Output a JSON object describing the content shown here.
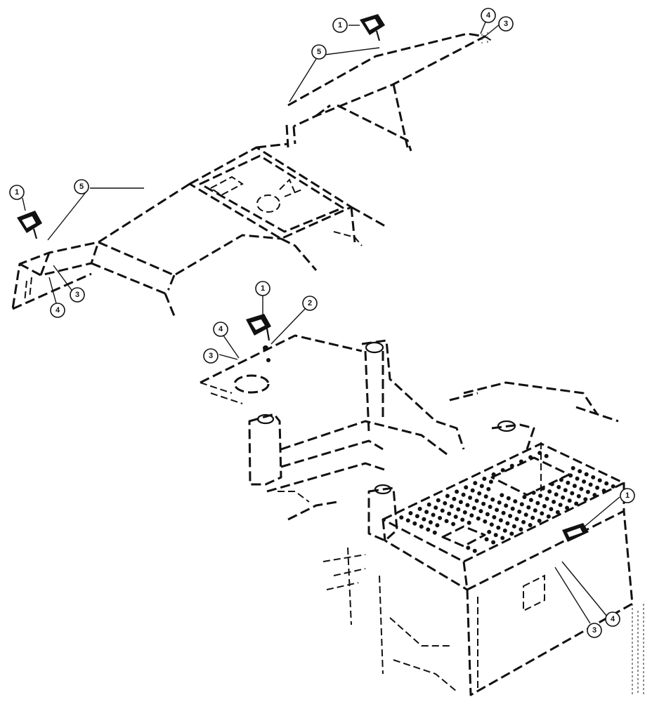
{
  "callouts": [
    {
      "num": "1"
    },
    {
      "num": "4"
    },
    {
      "num": "3"
    },
    {
      "num": "5"
    },
    {
      "num": "1"
    },
    {
      "num": "5"
    },
    {
      "num": "3"
    },
    {
      "num": "4"
    },
    {
      "num": "1"
    },
    {
      "num": "2"
    },
    {
      "num": "4"
    },
    {
      "num": "3"
    },
    {
      "num": "1"
    },
    {
      "num": "3"
    },
    {
      "num": "4"
    }
  ],
  "icons": {
    "work_light": "work-light-icon",
    "mounting_bolt": "mounting-bolt-icon"
  },
  "colors": {
    "line": "#111111",
    "background": "#ffffff"
  }
}
